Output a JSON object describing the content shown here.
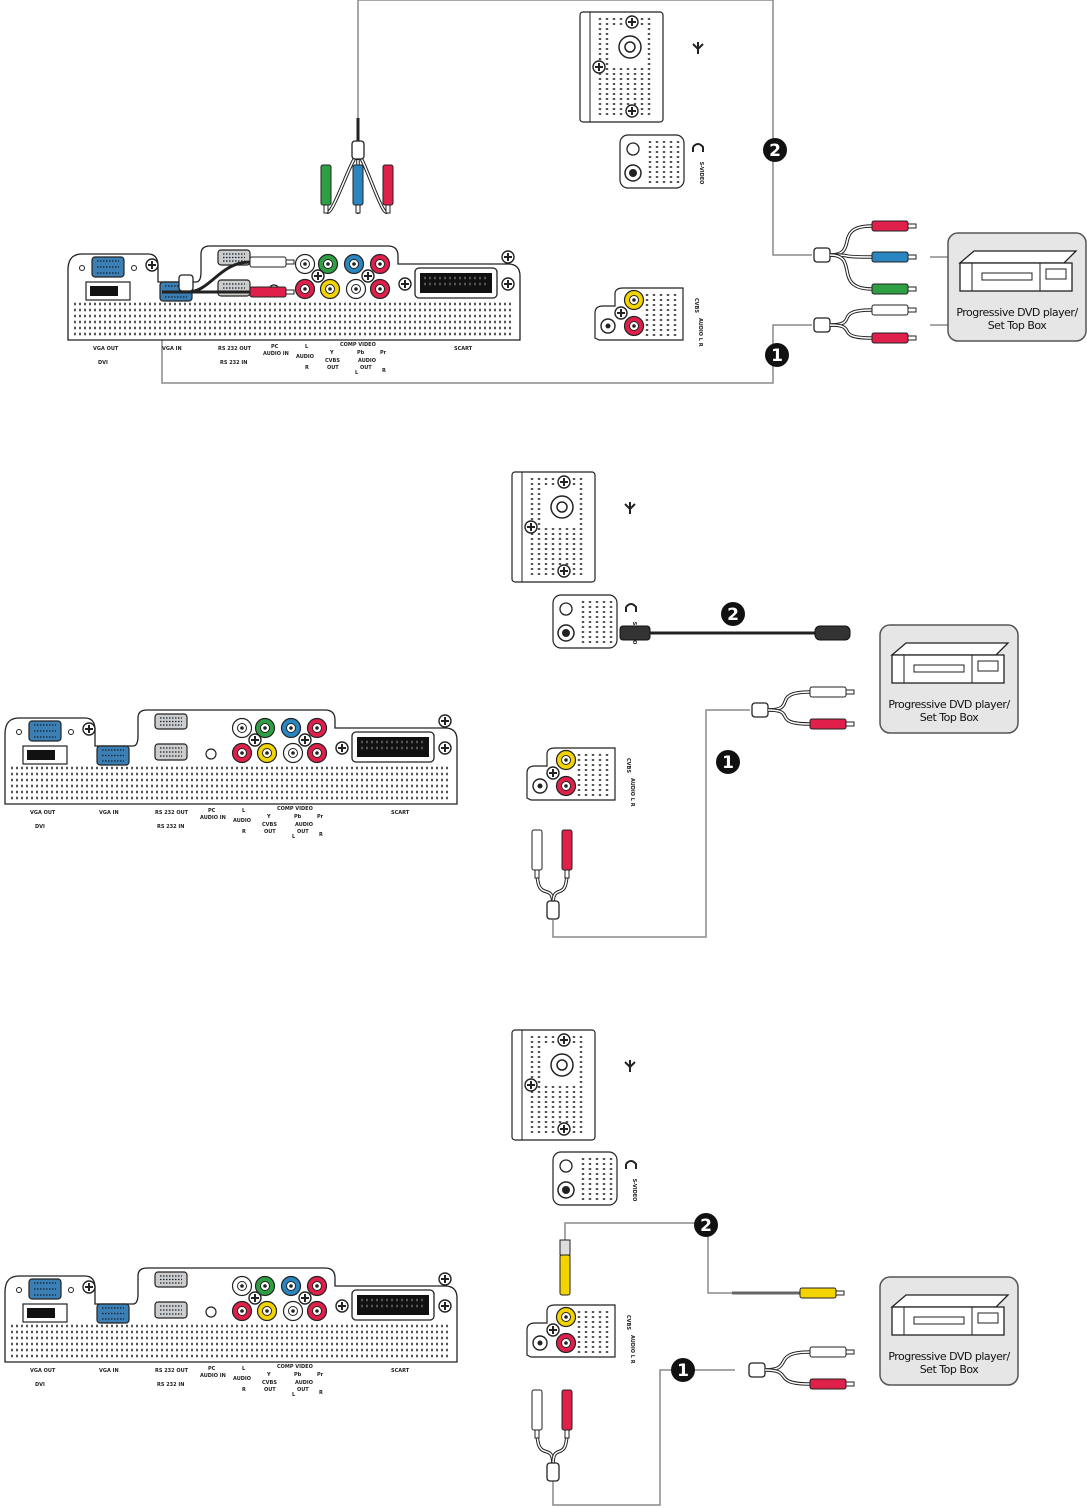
{
  "colors": {
    "vga_blue": "#3b7fb4",
    "rca_red": "#e0204a",
    "rca_green": "#2ea043",
    "rca_blue": "#2a86c0",
    "rca_yellow": "#f4d400",
    "rca_white": "#ffffff",
    "line": "#8a8a8a",
    "device_bg": "#e6e6e6"
  },
  "panel_labels": {
    "vga_out": "VGA OUT",
    "dvi": "DVI",
    "vga_in": "VGA IN",
    "rs232_out": "RS 232 OUT",
    "rs232_in": "RS 232 IN",
    "pc_audio_in_1": "PC",
    "pc_audio_in_2": "AUDIO IN",
    "audio_l": "L",
    "audio": "AUDIO",
    "audio_r": "R",
    "comp_video": "COMP VIDEO",
    "y": "Y",
    "pb": "Pb",
    "pr": "Pr",
    "cvbs_out_1": "CVBS",
    "cvbs_out_2": "OUT",
    "audio_out_1": "AUDIO",
    "audio_out_2": "OUT",
    "audio_out_l": "L",
    "audio_out_r": "R",
    "scart": "SCART"
  },
  "side_labels": {
    "svideo": "S-VIDEO",
    "cvbs": "CVBS",
    "audio_lr": "AUDIO L R"
  },
  "icons": [
    "antenna-icon",
    "headphone-icon",
    "dvd-player-icon",
    "screw-icon"
  ],
  "diagrams": [
    {
      "connection": "component-video",
      "step1": "1",
      "step2": "2",
      "device_line1": "Progressive DVD player/",
      "device_line2": "Set Top Box"
    },
    {
      "connection": "s-video",
      "step1": "1",
      "step2": "2",
      "device_line1": "Progressive DVD player/",
      "device_line2": "Set Top Box"
    },
    {
      "connection": "cvbs",
      "step1": "1",
      "step2": "2",
      "device_line1": "Progressive DVD player/",
      "device_line2": "Set Top Box"
    }
  ]
}
